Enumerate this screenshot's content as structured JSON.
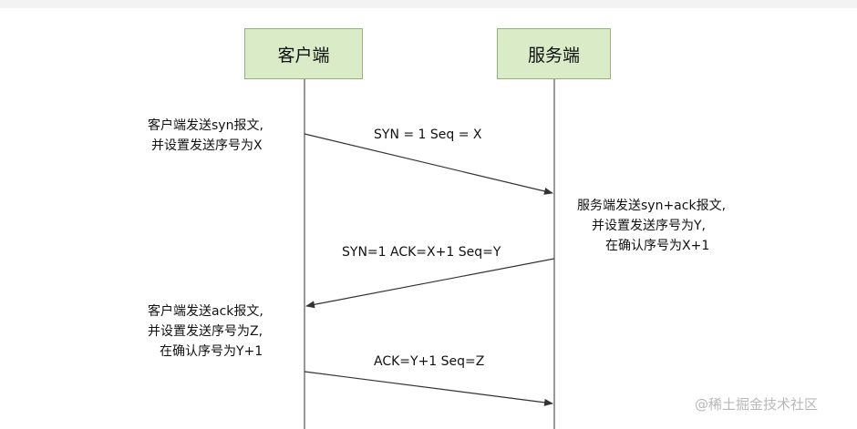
{
  "participants": {
    "client": "客户端",
    "server": "服务端"
  },
  "notes": {
    "client_step1": [
      "客户端发送syn报文,",
      "并设置发送序号为X"
    ],
    "server_step2": [
      "服务端发送syn+ack报文,",
      "并设置发送序号为Y,",
      "在确认序号为X+1"
    ],
    "client_step3": [
      "客户端发送ack报文,",
      "并设置发送序号为Z,",
      "在确认序号为Y+1"
    ]
  },
  "messages": {
    "m1": "SYN = 1  Seq = X",
    "m2": "SYN=1  ACK=X+1  Seq=Y",
    "m3": "ACK=Y+1 Seq=Z"
  },
  "watermark": "@稀土掘金技术社区",
  "colors": {
    "node_fill": "#d9ecc7",
    "node_border": "#8fb47a",
    "line": "#333333"
  }
}
